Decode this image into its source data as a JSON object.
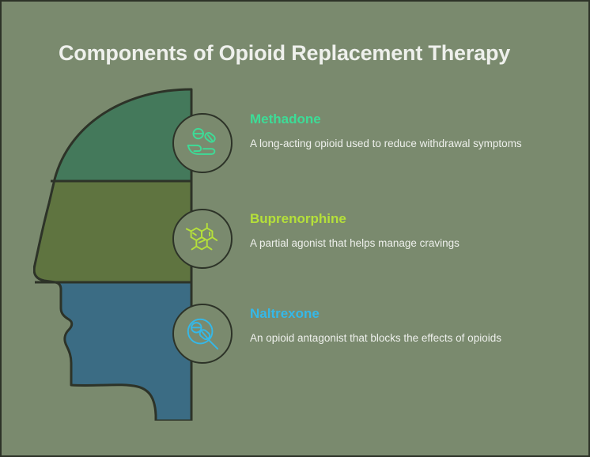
{
  "page": {
    "title": "Components of Opioid Replacement Therapy",
    "background_color": "#7a8a6e",
    "border_color": "#2d3328",
    "title_color": "#eef0ec",
    "body_text_color": "#eef0ec"
  },
  "head_diagram": {
    "name": "human-head-profile",
    "orientation": "facing-left",
    "outline_color": "#2d3328",
    "bands": [
      {
        "region": "cranium",
        "color": "#44795b",
        "linked_component": "Methadone"
      },
      {
        "region": "face",
        "color": "#5f7440",
        "linked_component": "Buprenorphine"
      },
      {
        "region": "jaw-neck",
        "color": "#3b6c84",
        "linked_component": "Naltrexone"
      }
    ]
  },
  "components": [
    {
      "title": "Methadone",
      "description": "A long-acting opioid used to reduce withdrawal symptoms",
      "color": "#3ddc97",
      "icon": "hand-holding-pills-icon"
    },
    {
      "title": "Buprenorphine",
      "description": "A partial agonist that helps manage cravings",
      "color": "#b5e03a",
      "icon": "molecule-structure-icon"
    },
    {
      "title": "Naltrexone",
      "description": "An opioid antagonist that blocks the effects of opioids",
      "color": "#35b8e8",
      "icon": "magnifier-pills-icon"
    }
  ]
}
